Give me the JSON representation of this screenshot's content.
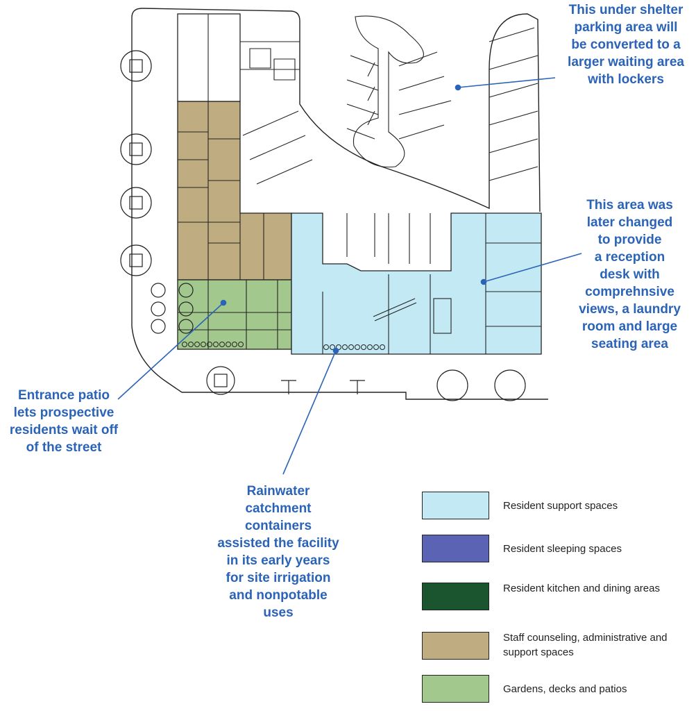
{
  "callouts": {
    "parking": {
      "lines": [
        "This under shelter",
        "parking area will",
        "be converted to a",
        "larger waiting area",
        "with lockers"
      ]
    },
    "reception": {
      "lines": [
        "This area was",
        "later changed",
        "to provide",
        "a reception",
        "desk with",
        "comprehnsive",
        "views, a laundry",
        "room and large",
        "seating area"
      ]
    },
    "patio": {
      "lines": [
        "Entrance patio",
        "lets prospective",
        "residents wait off",
        "of the street"
      ]
    },
    "rainwater": {
      "lines": [
        "Rainwater",
        "catchment",
        "containers",
        "assisted the facility",
        "in its early years",
        "for site irrigation",
        "and nonpotable",
        "uses"
      ]
    }
  },
  "legend": [
    {
      "label": "Resident support spaces",
      "color": "#c3e9f4"
    },
    {
      "label": "Resident sleeping spaces",
      "color": "#5a63b4"
    },
    {
      "label": "Resident kitchen and dining areas",
      "color": "#1b5530"
    },
    {
      "label": "Staff counseling, administrative and support spaces",
      "color": "#bfac80"
    },
    {
      "label": "Gardens, decks and patios",
      "color": "#a3c88e"
    }
  ],
  "colors": {
    "callout_text": "#2a63b8",
    "leader_line": "#2a63b8",
    "plan_line": "#222222"
  }
}
